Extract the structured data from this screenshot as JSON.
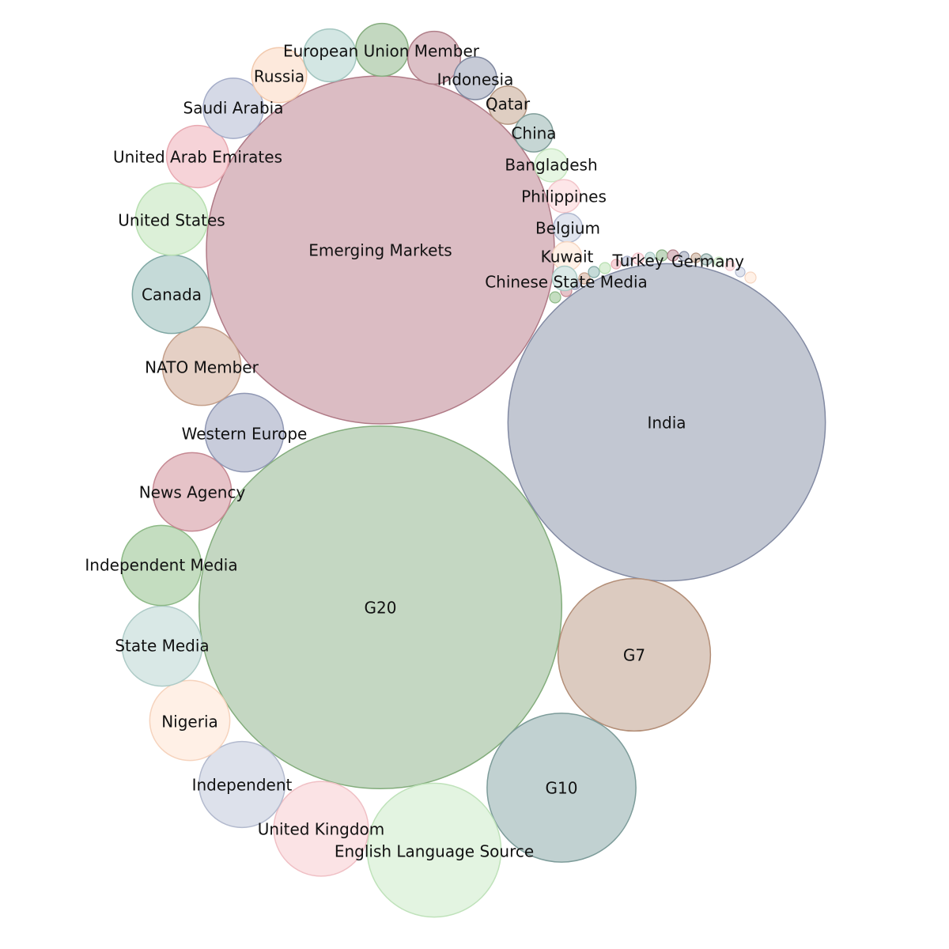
{
  "chart_data": {
    "type": "bubble",
    "title": "",
    "series": [
      {
        "label": "Emerging Markets",
        "value": 1000,
        "color": "#dbbcc3",
        "stroke": "#b07a86"
      },
      {
        "label": "India",
        "value": 832,
        "color": "#c2c7d2",
        "stroke": "#828aa3"
      },
      {
        "label": "G20",
        "value": 1086,
        "color": "#c4d7c2",
        "stroke": "#83ad7c"
      },
      {
        "label": "G7",
        "value": 192,
        "color": "#dccbc0",
        "stroke": "#b38e77"
      },
      {
        "label": "G10",
        "value": 183,
        "color": "#c1d1d1",
        "stroke": "#7d9c9a"
      },
      {
        "label": "English Language Source",
        "value": 148,
        "color": "#e3f4e1",
        "stroke": "#bfe2ba"
      },
      {
        "label": "United Kingdom",
        "value": 74,
        "color": "#fbe3e5",
        "stroke": "#f0c0c5"
      },
      {
        "label": "Independent",
        "value": 61,
        "color": "#dde1eb",
        "stroke": "#b3bace"
      },
      {
        "label": "Nigeria",
        "value": 53,
        "color": "#fff0e6",
        "stroke": "#f6d3bd"
      },
      {
        "label": "State Media",
        "value": 53,
        "color": "#d9e8e6",
        "stroke": "#aecbc7"
      },
      {
        "label": "Independent Media",
        "value": 53,
        "color": "#c4ddc0",
        "stroke": "#8db986"
      },
      {
        "label": "News Agency",
        "value": 51,
        "color": "#e6c3c8",
        "stroke": "#c58892"
      },
      {
        "label": "Western Europe",
        "value": 51,
        "color": "#c8ccdb",
        "stroke": "#8f97b3"
      },
      {
        "label": "NATO Member",
        "value": 51,
        "color": "#e5d0c5",
        "stroke": "#c49f8a"
      },
      {
        "label": "Canada",
        "value": 51,
        "color": "#c5dad8",
        "stroke": "#7fa7a3"
      },
      {
        "label": "United States",
        "value": 43,
        "color": "#dcf0d8",
        "stroke": "#b7dfb0"
      },
      {
        "label": "United Arab Emirates",
        "value": 32,
        "color": "#f6d3d8",
        "stroke": "#e8a9b1"
      },
      {
        "label": "Saudi Arabia",
        "value": 30,
        "color": "#d5d9e6",
        "stroke": "#a3abc7"
      },
      {
        "label": "Russia",
        "value": 25,
        "color": "#fde9dc",
        "stroke": "#f2c9ad"
      },
      {
        "label": "European Union Member",
        "value": 23,
        "color": "#d3e6e3",
        "stroke": "#a3c6c0"
      },
      {
        "label": "",
        "value": 23,
        "color": "#c3d8c0",
        "stroke": "#87ae80"
      },
      {
        "label": "",
        "value": 23,
        "color": "#dcc0c6",
        "stroke": "#b07f89"
      },
      {
        "label": "Indonesia",
        "value": 15,
        "color": "#c6cad6",
        "stroke": "#7f889f"
      },
      {
        "label": "Qatar",
        "value": 12,
        "color": "#dfcec2",
        "stroke": "#b49580"
      },
      {
        "label": "China",
        "value": 12,
        "color": "#c6d6d4",
        "stroke": "#7f9d99"
      },
      {
        "label": "Bangladesh",
        "value": 9,
        "color": "#e6f6e3",
        "stroke": "#c6e6bf"
      },
      {
        "label": "Philippines",
        "value": 9,
        "color": "#fde6e8",
        "stroke": "#f2c4c9"
      },
      {
        "label": "Belgium",
        "value": 7,
        "color": "#e0e4ee",
        "stroke": "#b0b8cf"
      },
      {
        "label": "Kuwait",
        "value": 7,
        "color": "#fff1e7",
        "stroke": "#f6d6c1"
      },
      {
        "label": "Chinese State Media",
        "value": 5,
        "color": "#dbe9e7",
        "stroke": "#a9c9c4"
      },
      {
        "label": "Turkey",
        "value": 1,
        "color": "#fde7ea",
        "stroke": "#f2c2c9"
      },
      {
        "label": "Germany",
        "value": 1,
        "color": "#c9d7d5",
        "stroke": "#8aa6a2"
      }
    ]
  }
}
